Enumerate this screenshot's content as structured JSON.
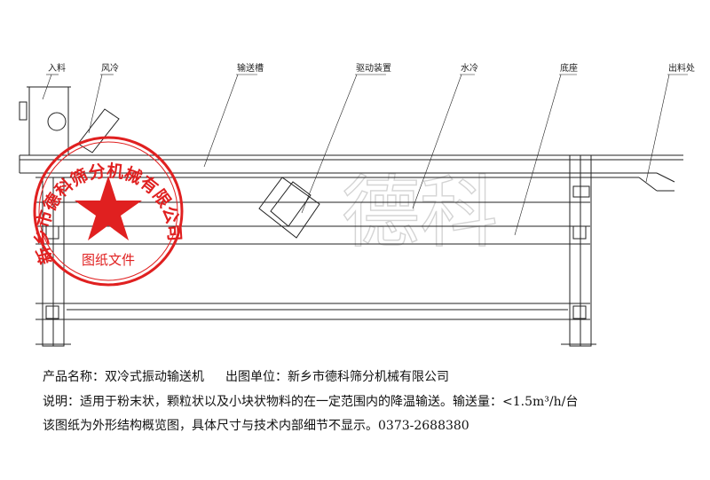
{
  "labels": {
    "feed_inlet": "入料",
    "air_cooling": "风冷",
    "conveyor_trough": "输送槽",
    "drive_unit": "驱动装置",
    "water_cooling": "水冷",
    "base": "底座",
    "discharge_outlet": "出料处"
  },
  "watermark": "德科",
  "stamp": {
    "ring_text": "新乡市德科筛分机械有限公司",
    "bottom_text": "图纸文件",
    "color": "#e02020"
  },
  "info": {
    "product_label": "产品名称：",
    "product_name": "双冷式振动输送机",
    "maker_label": "出图单位：",
    "maker_name": "新乡市德科筛分机械有限公司",
    "desc_label": "说明：",
    "description": "适用于粉末状，颗粒状以及小块状物料的在一定范围内的降温输送。输送量：<1.5m³/h/台",
    "note": "该图纸为外形结构概览图，具体尺寸与技术内部细节不显示。0373-2688380"
  }
}
